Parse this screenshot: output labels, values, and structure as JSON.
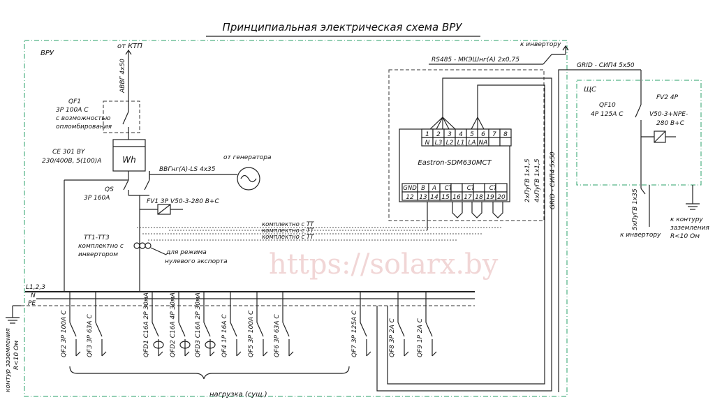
{
  "title": "Принципиальная электрическая схема ВРУ",
  "watermark": "https://solarx.by",
  "labels": {
    "vru": "ВРУ",
    "from_ktp": "от КТП",
    "cable_avvg": "АВВГ 4х50",
    "qf1_name": "QF1",
    "qf1_rating": "3Р 100А С",
    "qf1_note1": "с возможностью",
    "qf1_note2": "опломбирования",
    "meter_name": "СЕ 301 BY",
    "meter_spec": "230/400В, 5(100)А",
    "meter_symbol": "Wh",
    "from_generator": "от генератора",
    "gen_cable": "ВВГнг(А)-LS 4х35",
    "qs_name": "QS",
    "qs_rating": "3Р 160А",
    "fv1": "FV1 3Р V50-3-280 В+С",
    "tt_name": "ТТ1-ТТ3",
    "tt_note1": "комплектно с",
    "tt_note2": "инвертором",
    "zero_export1": "для режима",
    "zero_export2": "нулевого экспорта",
    "tt_link": "комплектно с ТТ",
    "bus": "L1,2,3",
    "bus_n": "N",
    "bus_pe": "PE",
    "ground_left1": "контур заземления",
    "ground_left2": "R<10 Ом",
    "load": "нагрузка (сущ.)",
    "to_inverter_top": "к инвертору",
    "rs485": "RS485 - МКЭШнг(А) 2х0,75",
    "grid_cable": "GRID - СИП4 5х50",
    "shs": "ЩС",
    "qf10_name": "QF10",
    "qf10_rating": "4Р 125А С",
    "fv2_name": "FV2 4Р",
    "fv2_spec1": "V50-3+NPE-",
    "fv2_spec2": "280 В+С",
    "meter2_name": "Eastron-SDM630MCT",
    "cable_v1": "2хПуГВ 1х1,5",
    "cable_v2": "4хПуГВ 1х1,5",
    "cable_v3": "GRID - СИП4 5х50",
    "cable_v4": "5хПуГВ 1х35",
    "to_inverter_bottom": "к инвертору",
    "ground_right1": "к контуру",
    "ground_right2": "заземления",
    "ground_right3": "R<10 Ом"
  },
  "terminals_top": [
    "1",
    "2",
    "3",
    "4",
    "5",
    "6",
    "7",
    "8"
  ],
  "terminal_names_top": [
    "N",
    "L3",
    "L2",
    "L1",
    "LA",
    "NA",
    "",
    ""
  ],
  "terminal_names_bottom": [
    "GND",
    "B",
    "A",
    "CT-1",
    "",
    "CT-2",
    "",
    "CT-3",
    ""
  ],
  "terminals_bottom": [
    "12",
    "13",
    "14",
    "15",
    "16",
    "17",
    "18",
    "19",
    "20"
  ],
  "breakers": [
    {
      "id": "QF2",
      "rating": "3Р 100А С"
    },
    {
      "id": "QF3",
      "rating": "3Р 63А С"
    },
    {
      "id": "QFD1",
      "rating": "С16А 2Р 30мА"
    },
    {
      "id": "QFD2",
      "rating": "С16А 4Р 30мА"
    },
    {
      "id": "QFD3",
      "rating": "С16А 2Р 30мА"
    },
    {
      "id": "QF4",
      "rating": "1Р 16А С"
    },
    {
      "id": "QF5",
      "rating": "3Р 100А С"
    },
    {
      "id": "QF6",
      "rating": "3Р 63А С"
    },
    {
      "id": "QF7",
      "rating": "3Р 125А С"
    },
    {
      "id": "QF8",
      "rating": "3Р 2А С"
    },
    {
      "id": "QF9",
      "rating": "1Р 2А С"
    }
  ]
}
